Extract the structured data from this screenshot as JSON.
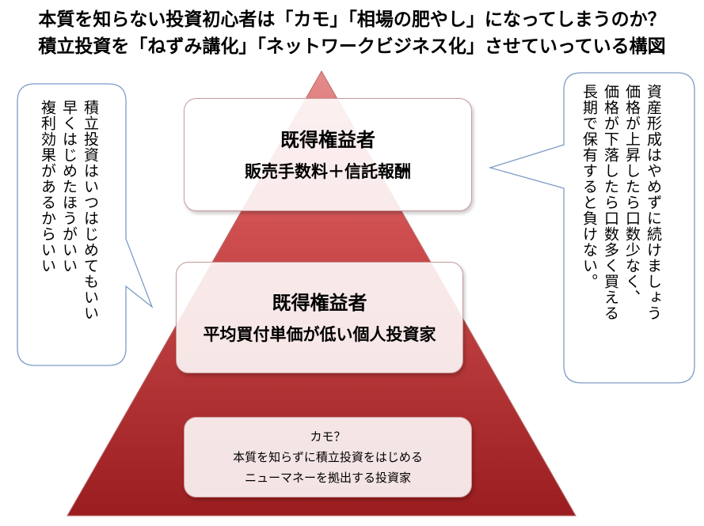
{
  "title": {
    "line1": "本質を知らない投資初心者は「カモ」「相場の肥やし」になってしまうのか？",
    "line2": "積立投資を「ねずみ講化」「ネットワークビジネス化」させていっている構図"
  },
  "pyramid": {
    "top": {
      "heading": "既得権益者",
      "subheading": "販売手数料＋信託報酬"
    },
    "middle": {
      "heading": "既得権益者",
      "subheading": "平均買付単価が低い個人投資家"
    },
    "bottom": {
      "lines": [
        "カモ？",
        "本質を知らずに積立投資をはじめる",
        "ニューマネーを拠出する投資家"
      ]
    }
  },
  "left_callout": {
    "lines": [
      "積立投資はいつはじめてもいい",
      "早くはじめたほうがいい",
      "複利効果があるからいい"
    ]
  },
  "right_callout": {
    "lines": [
      "資産形成はやめずに続けましょう",
      "価格が上昇したら口数少なく、",
      "価格が下落したら口数多く買える",
      "長期で保有すると負けない。"
    ]
  },
  "colors": {
    "pyramid_top": "#e48d8c",
    "pyramid_bottom": "#9a1d1f",
    "callout_border": "#7e9cc6"
  }
}
